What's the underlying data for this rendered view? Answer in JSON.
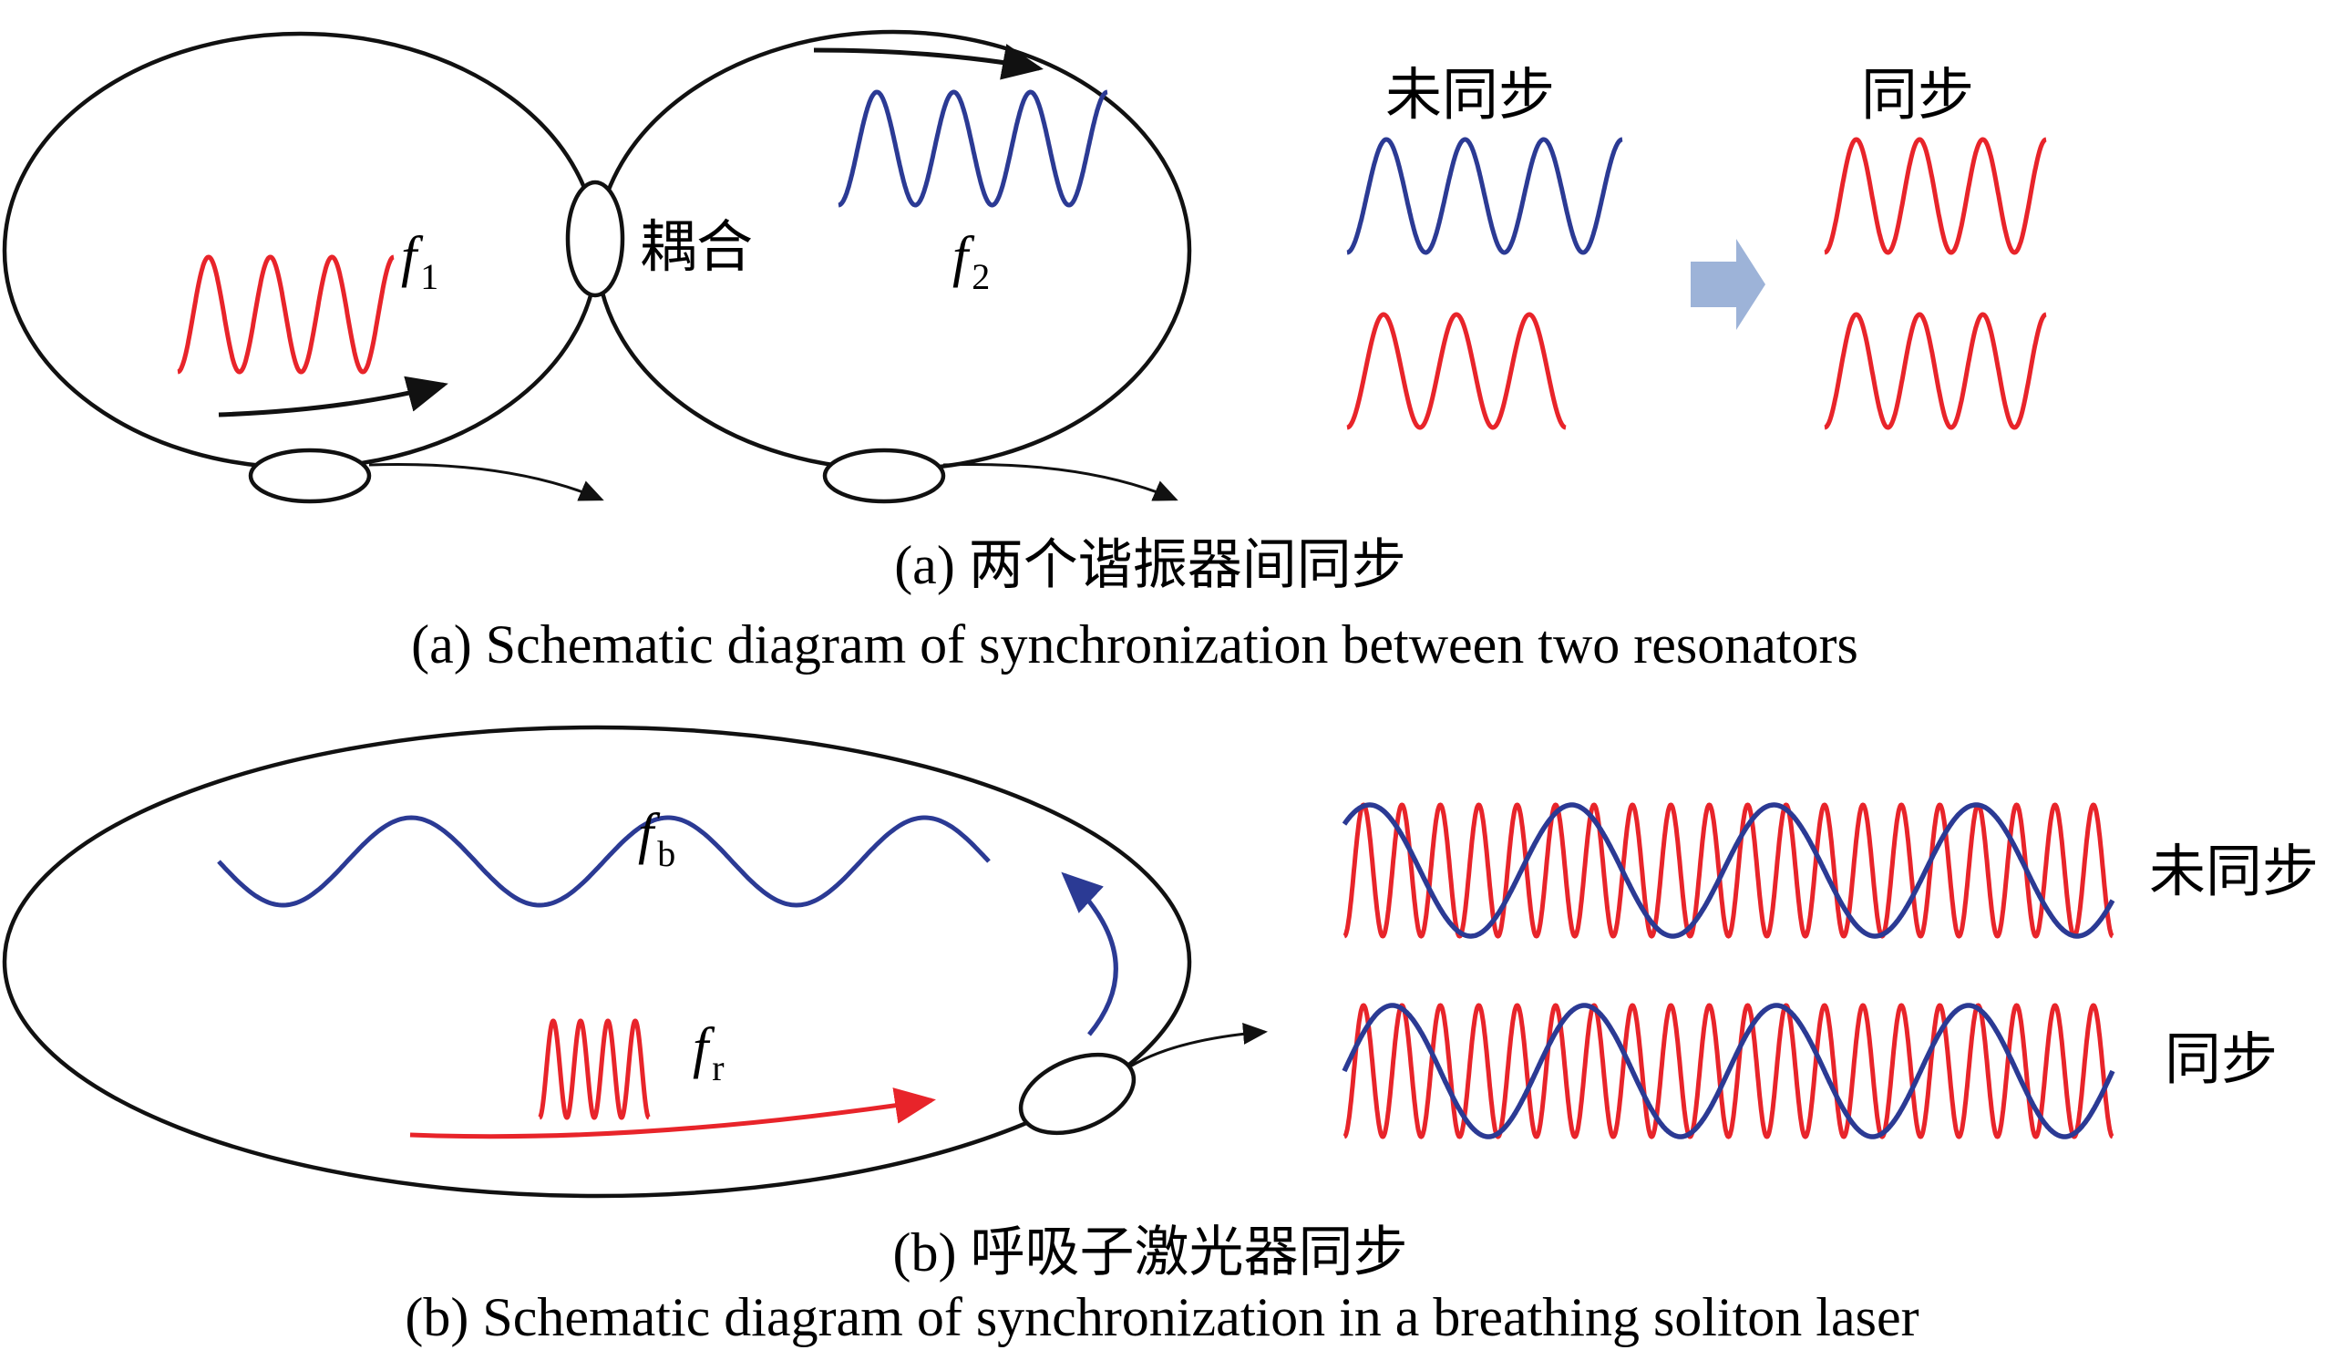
{
  "panel_a": {
    "label_coupling": "耦合",
    "freq1": {
      "symbol": "f",
      "subscript": "1"
    },
    "freq2": {
      "symbol": "f",
      "subscript": "2"
    },
    "label_unsync": "未同步",
    "label_sync": "同步",
    "caption_cn": "(a) 两个谐振器间同步",
    "caption_en": "(a) Schematic diagram of synchronization between two resonators"
  },
  "panel_b": {
    "freq_b": {
      "symbol": "f",
      "subscript": "b"
    },
    "freq_r": {
      "symbol": "f",
      "subscript": "r"
    },
    "label_unsync": "未同步",
    "label_sync": "同步",
    "caption_cn": "(b) 呼吸子激光器同步",
    "caption_en": "(b) Schematic diagram of synchronization in a breathing soliton laser"
  },
  "colors": {
    "blue_wave": "#2b3a94",
    "red_wave": "#e8242a",
    "outline": "#111111",
    "arrow_fill": "#9db3d8"
  }
}
